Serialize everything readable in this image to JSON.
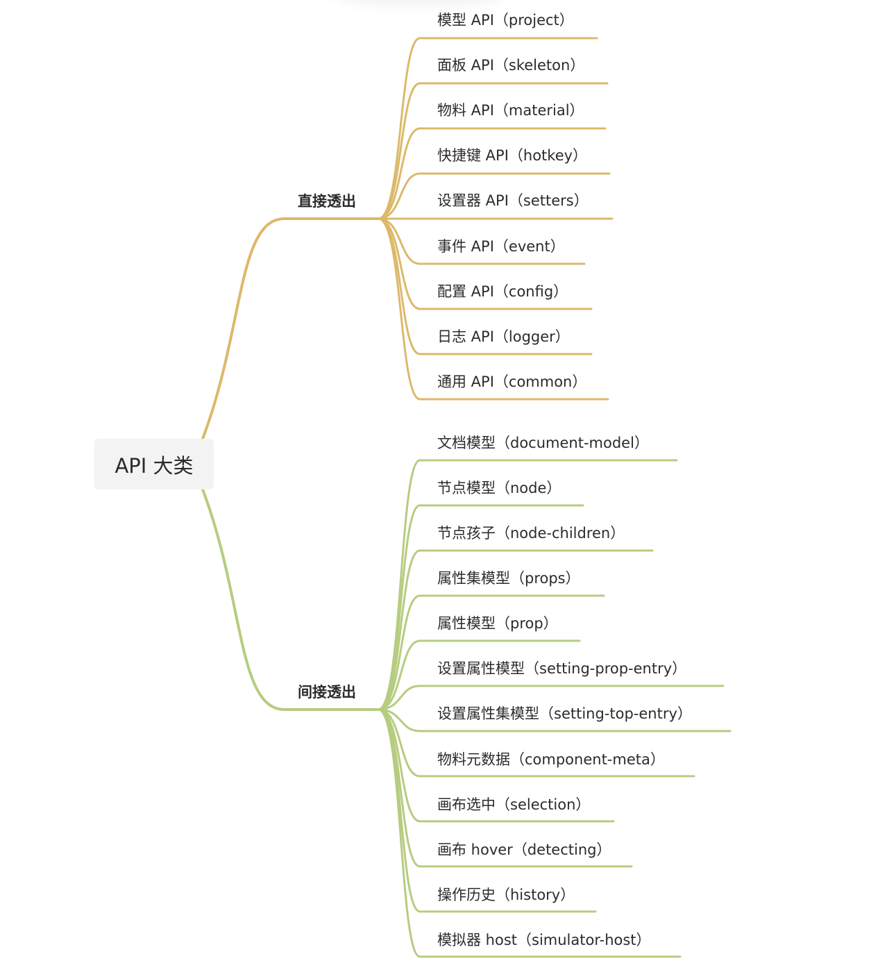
{
  "root": {
    "label": "API 大类"
  },
  "branches": [
    {
      "label": "直接透出",
      "color": "#dcb96a",
      "items": [
        "模型 API（project）",
        "面板 API（skeleton）",
        "物料 API（material）",
        "快捷键 API（hotkey）",
        "设置器 API（setters）",
        "事件 API（event）",
        "配置 API（config）",
        "日志 API（logger）",
        "通用 API（common）"
      ]
    },
    {
      "label": "间接透出",
      "color": "#b6cc80",
      "items": [
        "文档模型（document-model）",
        "节点模型（node）",
        "节点孩子（node-children）",
        "属性集模型（props）",
        "属性模型（prop）",
        "设置属性模型（setting-prop-entry）",
        "设置属性集模型（setting-top-entry）",
        "物料元数据（component-meta）",
        "画布选中（selection）",
        "画布 hover（detecting）",
        "操作历史（history）",
        "模拟器 host（simulator-host）"
      ]
    }
  ]
}
